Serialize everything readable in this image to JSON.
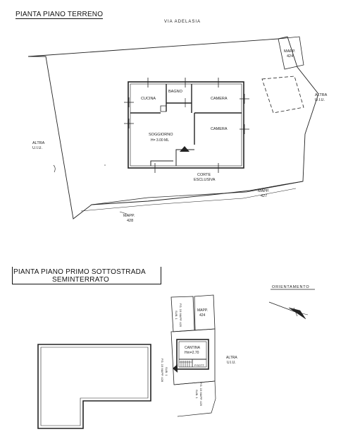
{
  "titles": {
    "ground_floor": "PIANTA PIANO TERRENO",
    "basement_line1": "PIANTA PIANO PRIMO SOTTOSTRADA",
    "basement_line2": "SEMINTERRATO"
  },
  "ground": {
    "street": "VIA ADELASIA",
    "rooms": {
      "kitchen": "CUCINA",
      "bathroom": "BAGNO",
      "bedroom1": "CAMERA",
      "bedroom2": "CAMERA",
      "living": "SOGGIORNO",
      "living_height": "H= 3.00 ML"
    },
    "court_line1": "CORTE",
    "court_line2": "ESCLUSIVA",
    "other_left_1": "ALTRA",
    "other_left_2": "U.I.U.",
    "other_right_1": "ALTRA",
    "other_right_2": "U.I.U.",
    "mapp_424_a": "MAPP.",
    "mapp_424_b": "424",
    "mapp_427_a": "MAPP.",
    "mapp_427_b": "427",
    "mapp_428_a": "MAPP.",
    "mapp_428_b": "428"
  },
  "basement": {
    "orientation": "ORIENTAMENTO",
    "cellar": "CANTINA",
    "cellar_height": "Hm=2.70",
    "lower_floor": "P.SOTT.",
    "other_1": "ALTRA",
    "other_2": "U.I.U.",
    "mapp_424_a": "MAPP.",
    "mapp_424_b": "424",
    "fg_top_1": "FG. 19 MAPP. 425",
    "fg_top_2": "SUB. 1",
    "fg_left_1": "FG. 19 MAPP. 428",
    "fg_left_2": "SUB. 1",
    "fg_bottom_1": "FG. 19 MAPP. 425",
    "fg_bottom_2": "SUB. 1"
  }
}
